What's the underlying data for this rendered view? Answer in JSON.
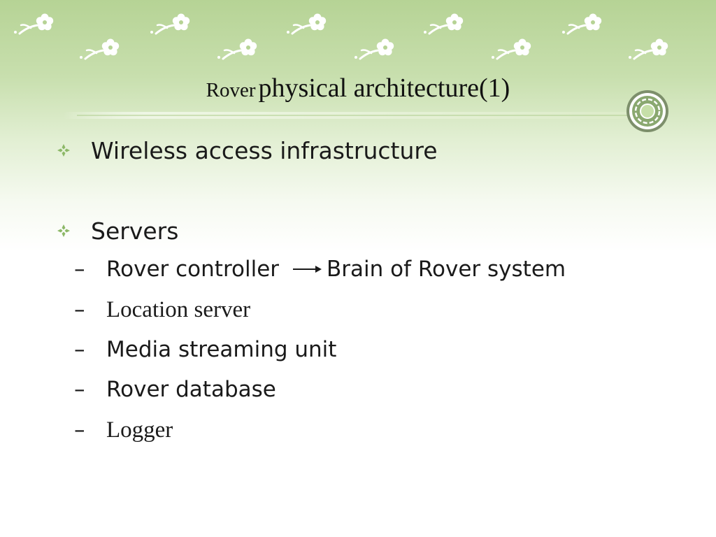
{
  "slide": {
    "title_part1": "Rover",
    "title_part2": "physical architecture(1)",
    "bullets": [
      {
        "text": "Wireless access infrastructure"
      },
      {
        "text": "Servers"
      }
    ],
    "sub_items": [
      {
        "text": "Rover controller",
        "arrow_target": "Brain of Rover system"
      },
      {
        "text": "Location server"
      },
      {
        "text": "Media streaming unit"
      },
      {
        "text": "Rover database"
      },
      {
        "text": "Logger"
      }
    ],
    "dash": "–"
  },
  "theme": {
    "accent_green": "#8cb867",
    "header_green": "#b6d395",
    "icons": [
      "flower-decoration-icon",
      "diamond-bullet-icon",
      "circular-emblem-icon",
      "arrow-icon"
    ]
  }
}
